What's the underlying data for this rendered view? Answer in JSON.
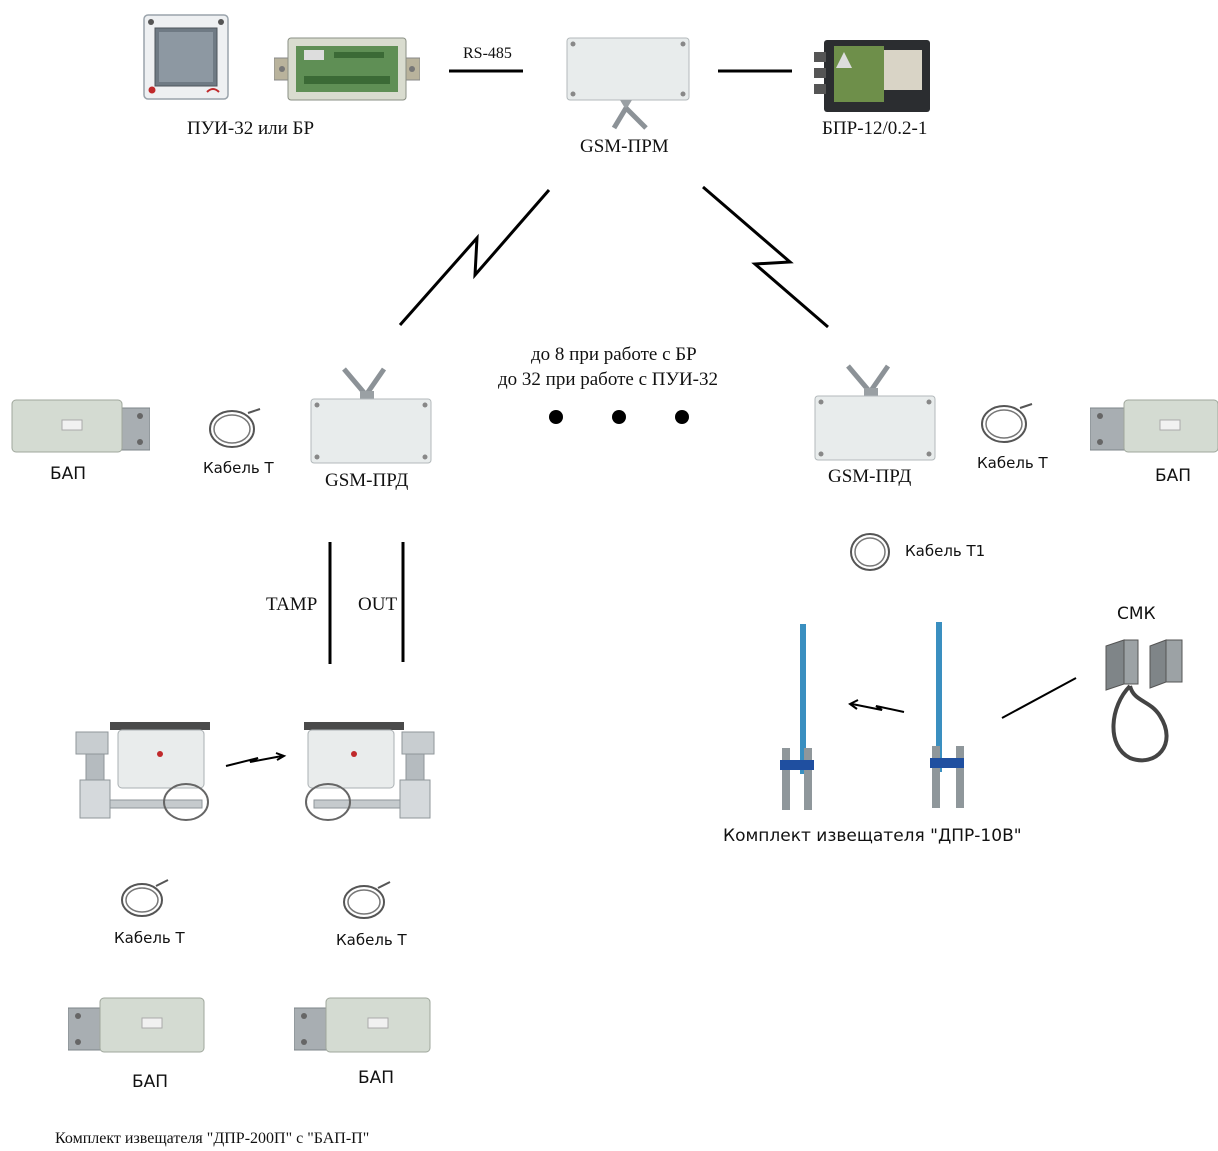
{
  "labels": {
    "pui": "ПУИ-32 или БР",
    "rs485": "RS-485",
    "gsm_prm": "GSM-ПРМ",
    "bpr": "БПР-12/0.2-1",
    "range_line1": "до 8 при работе с БР",
    "range_line2": "до 32 при работе с ПУИ-32",
    "bap_left": "БАП",
    "cable_left": "Кабель Т",
    "gsm_prd_left": "GSM-ПРД",
    "gsm_prd_right": "GSM-ПРД",
    "cable_right": "Кабель Т",
    "bap_right": "БАП",
    "tamp": "TAMP",
    "out": "OUT",
    "cable_t1": "Кабель Т1",
    "smk": "СМК",
    "kit_dpr10v": "Комплект извещателя \"ДПР-10В\"",
    "cable_bottom_left": "Кабель Т",
    "cable_bottom_mid": "Кабель Т",
    "bap_bottom_left": "БАП",
    "bap_bottom_mid": "БАП",
    "kit_dpr200p": "Комплект извещателя \"ДПР-200П\" с \"БАП-П\""
  },
  "icons": {
    "pui_panel": "control-panel-icon",
    "br_board": "relay-block-icon",
    "gsm_receiver": "gsm-receiver-icon",
    "power_supply": "power-supply-icon",
    "gsm_transmitter": "gsm-transmitter-icon",
    "bap": "battery-module-icon",
    "cable": "cable-coil-icon",
    "ir_sensor": "ir-beam-sensor-icon",
    "antenna_post": "radio-post-icon",
    "magnetic_contact": "magnetic-contact-icon"
  }
}
